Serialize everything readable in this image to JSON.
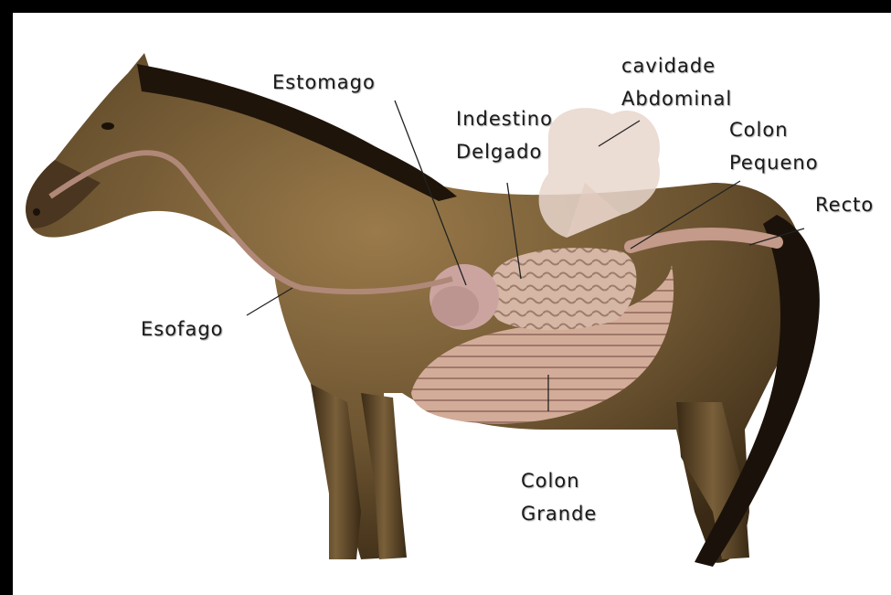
{
  "diagram": {
    "labels": {
      "estomago": "Estomago",
      "cavidade": "cavidade",
      "abdominal": "Abdominal",
      "indestino": "Indestino",
      "delgado": "Delgado",
      "colon_pequeno_1": "Colon",
      "colon_pequeno_2": "Pequeno",
      "recto": "Recto",
      "esofago": "Esofago",
      "colon_grande_1": "Colon",
      "colon_grande_2": "Grande"
    },
    "colors": {
      "frame": "#000000",
      "background": "#ffffff",
      "horse_body": "#6b5330",
      "horse_shadow": "#3a2a15",
      "mane": "#1e140a",
      "organs": "#d8b9a8"
    }
  }
}
